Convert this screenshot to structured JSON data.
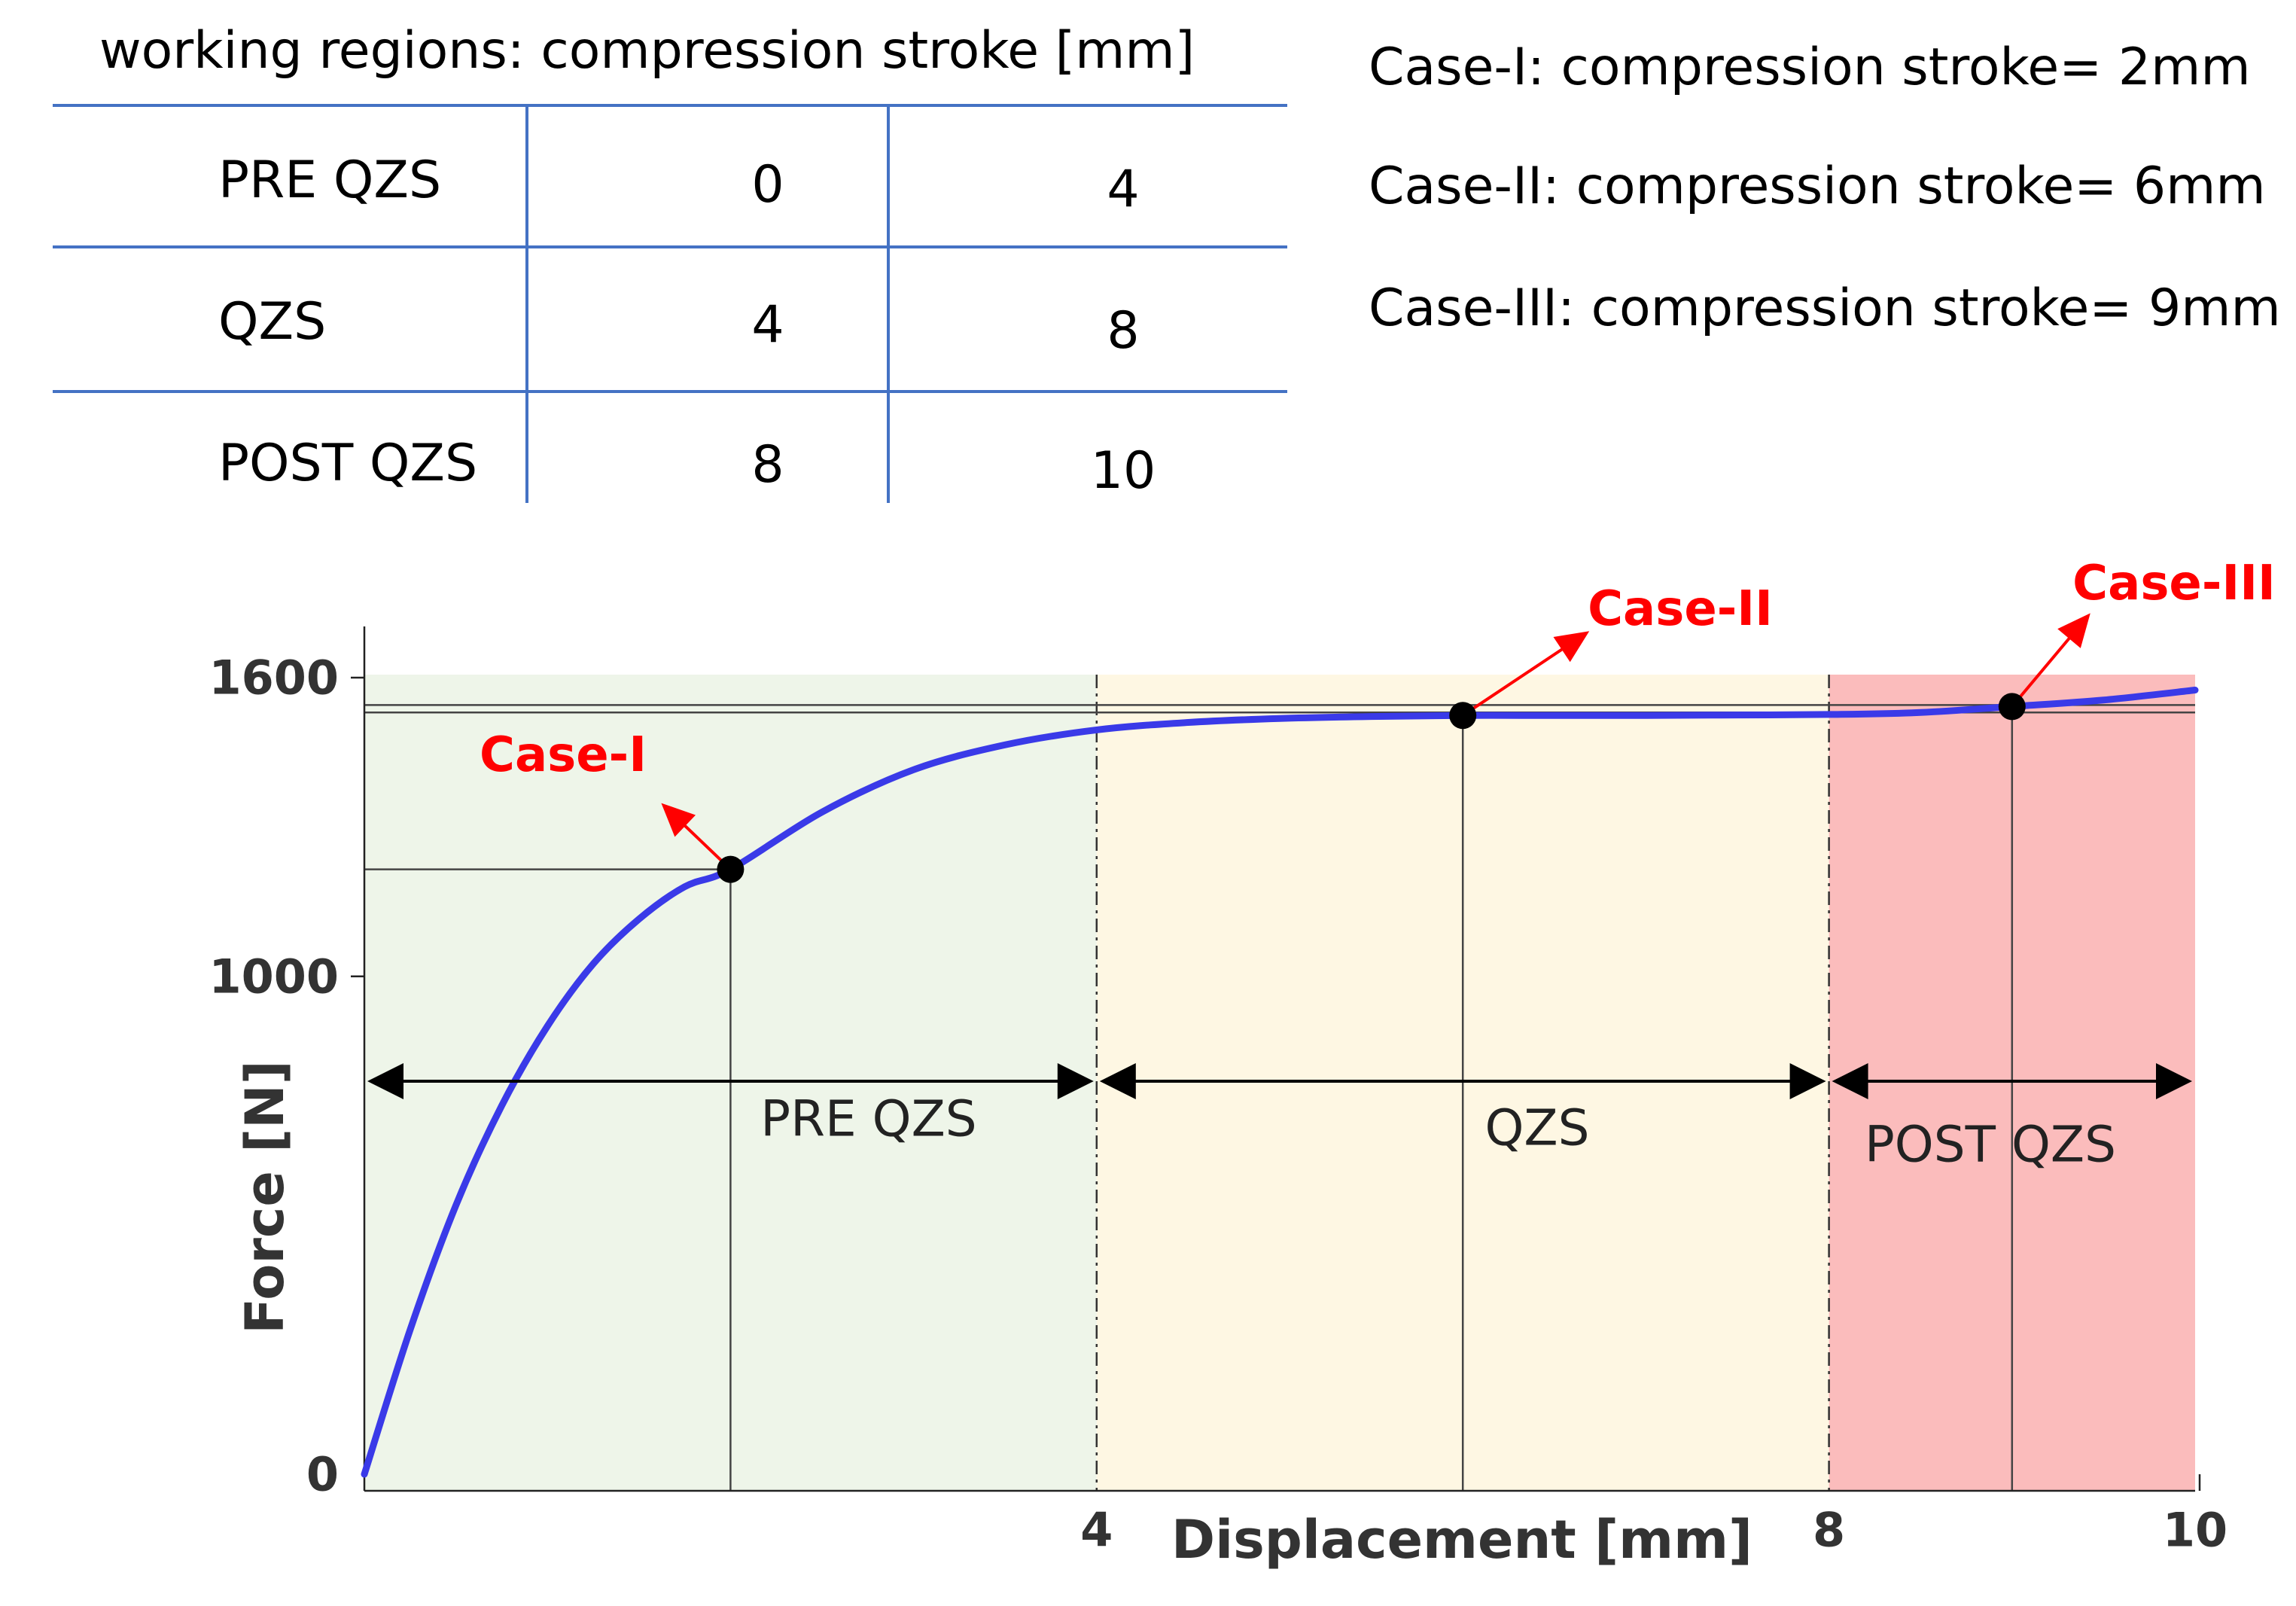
{
  "table": {
    "caption": "working regions: compression stroke [mm]",
    "rows": [
      {
        "name": "PRE QZS",
        "from": "0",
        "to": "4"
      },
      {
        "name": "QZS",
        "from": "4",
        "to": "8"
      },
      {
        "name": "POST QZS",
        "from": "8",
        "to": "10"
      }
    ]
  },
  "cases": [
    "Case-I: compression stroke= 2mm",
    "Case-II: compression stroke= 6mm",
    "Case-III: compression stroke= 9mm"
  ],
  "colors": {
    "curve": "#3a3ae8",
    "region_pre": "#eef5e9",
    "region_qzs": "#fef7e3",
    "region_post": "#fbbcbc",
    "annotation": "#ff0000",
    "table_lines": "#4472c4"
  },
  "chart_data": {
    "type": "line",
    "xlabel": "Displacement [mm]",
    "ylabel": "Force [N]",
    "xlim": [
      0,
      10
    ],
    "ylim": [
      0,
      1600
    ],
    "x_ticks": [
      4,
      8,
      10
    ],
    "y_ticks": [
      0,
      1000,
      1600
    ],
    "series": [
      {
        "x": [
          0,
          0.25,
          0.5,
          0.75,
          1,
          1.25,
          1.5,
          1.75,
          2,
          2.5,
          3,
          3.5,
          4,
          4.5,
          5,
          5.5,
          6,
          6.5,
          7,
          7.5,
          8,
          8.5,
          9,
          9.5,
          10
        ],
        "y": [
          0,
          290,
          540,
          740,
          900,
          1025,
          1115,
          1180,
          1215,
          1330,
          1415,
          1465,
          1495,
          1510,
          1518,
          1522,
          1524,
          1524,
          1524,
          1525,
          1526,
          1530,
          1542,
          1555,
          1575
        ]
      }
    ],
    "regions": [
      {
        "label": "PRE QZS",
        "x_start": 0,
        "x_end": 4
      },
      {
        "label": "QZS",
        "x_start": 4,
        "x_end": 8
      },
      {
        "label": "POST QZS",
        "x_start": 8,
        "x_end": 10
      }
    ],
    "reference_lines_y": [
      1545,
      1530
    ],
    "points": [
      {
        "label": "Case-I",
        "x": 2,
        "y": 1215
      },
      {
        "label": "Case-II",
        "x": 6,
        "y": 1524
      },
      {
        "label": "Case-III",
        "x": 9,
        "y": 1542
      }
    ]
  }
}
